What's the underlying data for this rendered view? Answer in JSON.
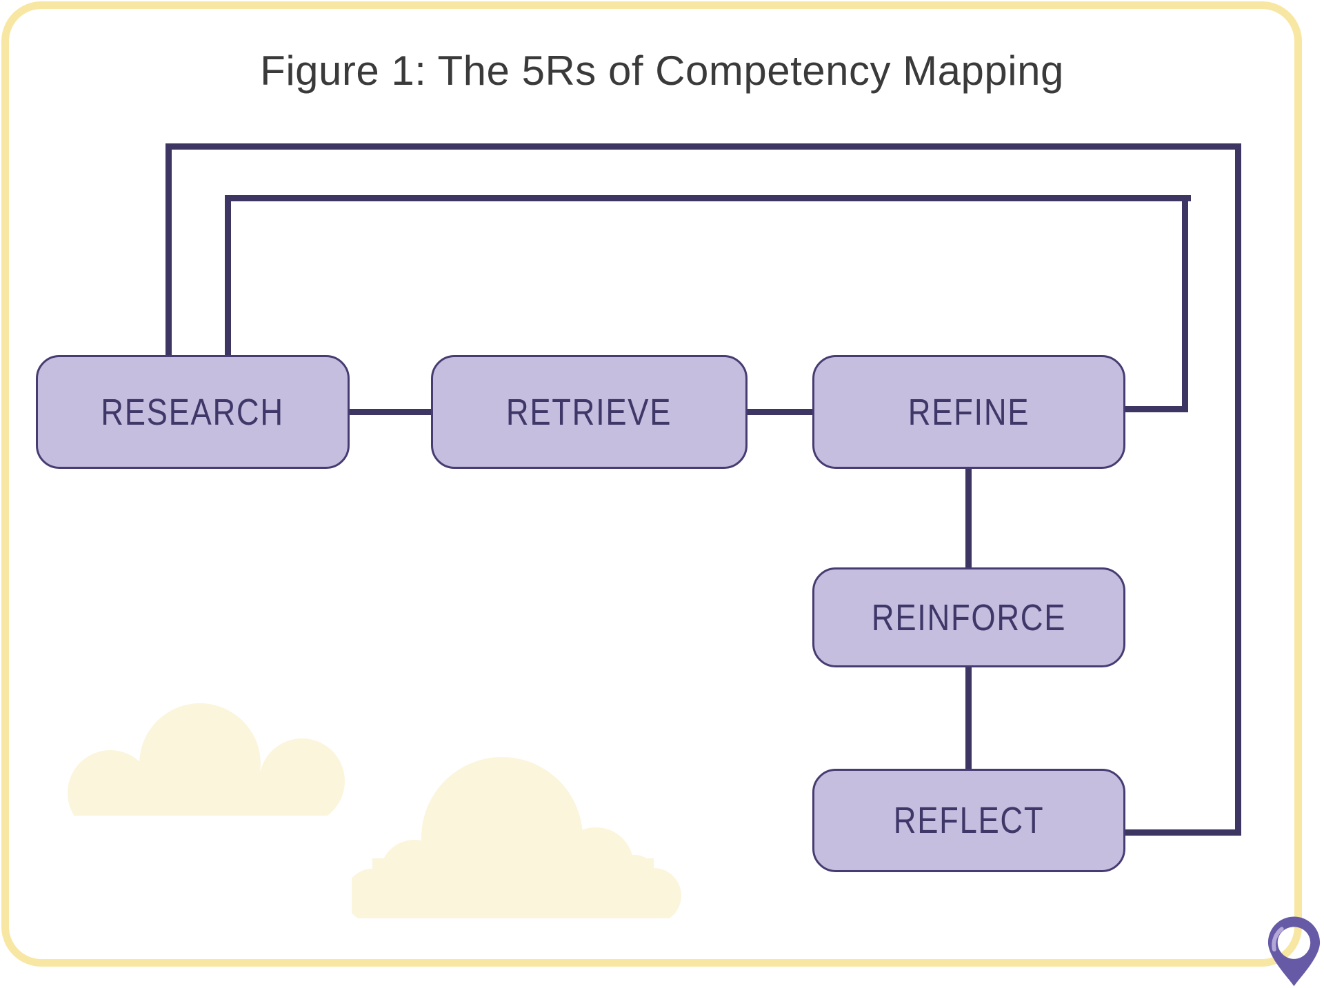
{
  "figure": {
    "title": "Figure 1: The 5Rs of Competency Mapping"
  },
  "diagram": {
    "nodes": [
      {
        "id": "research",
        "label": "RESEARCH"
      },
      {
        "id": "retrieve",
        "label": "RETRIEVE"
      },
      {
        "id": "refine",
        "label": "REFINE"
      },
      {
        "id": "reinforce",
        "label": "REINFORCE"
      },
      {
        "id": "reflect",
        "label": "REFLECT"
      }
    ],
    "edges": [
      {
        "from": "research",
        "to": "retrieve",
        "type": "forward"
      },
      {
        "from": "retrieve",
        "to": "refine",
        "type": "forward"
      },
      {
        "from": "refine",
        "to": "reinforce",
        "type": "forward"
      },
      {
        "from": "reinforce",
        "to": "reflect",
        "type": "forward"
      },
      {
        "from": "refine",
        "to": "research",
        "type": "feedback-inner-loop"
      },
      {
        "from": "reflect",
        "to": "research",
        "type": "feedback-outer-loop"
      }
    ]
  },
  "colors": {
    "node_fill": "#c5bedf",
    "node_border": "#473c72",
    "node_text": "#3f3768",
    "connector": "#3d3663",
    "frame_yellow": "#f8e7a2",
    "cloud_cream": "#fbf5dc",
    "pin_purple": "#665aa6",
    "title_text": "#3a3a3a"
  },
  "branding": {
    "logo": "map-pin-icon"
  }
}
